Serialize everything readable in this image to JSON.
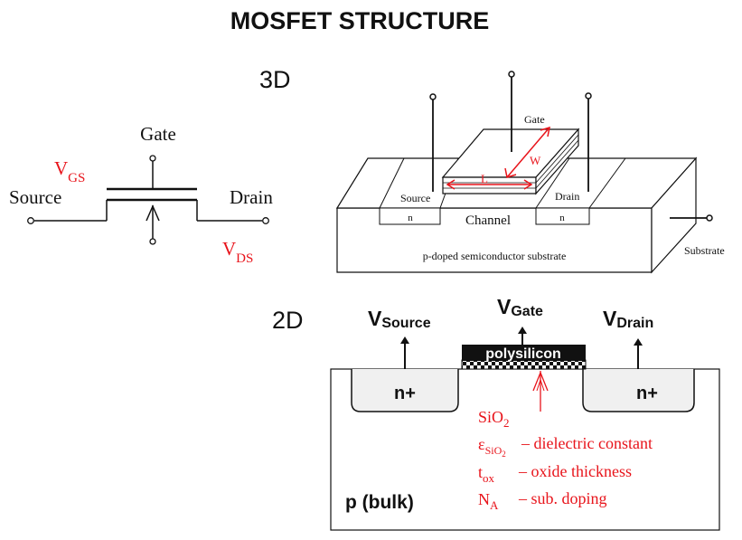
{
  "title": "MOSFET STRUCTURE",
  "colors": {
    "ink": "#111111",
    "accent": "#e8141b",
    "polysilicon": "#111111"
  },
  "symbol": {
    "gate": "Gate",
    "source": "Source",
    "drain": "Drain",
    "vgs_main": "V",
    "vgs_sub": "GS",
    "vds_main": "V",
    "vds_sub": "DS"
  },
  "view3d": {
    "label": "3D",
    "gate": "Gate",
    "source": "Source",
    "drain": "Drain",
    "n_left": "n",
    "n_right": "n",
    "channel": "Channel",
    "substrate_text": "p-doped semiconductor substrate",
    "substrate_label": "Substrate",
    "length": "L",
    "width": "W"
  },
  "view2d": {
    "label": "2D",
    "v_source_main": "V",
    "v_source_sub": "Source",
    "v_gate_main": "V",
    "v_gate_sub": "Gate",
    "v_drain_main": "V",
    "v_drain_sub": "Drain",
    "polysilicon": "polysilicon",
    "n_plus_left": "n+",
    "n_plus_right": "n+",
    "bulk": "p (bulk)",
    "legend": {
      "sio2_main": "SiO",
      "sio2_sub": "2",
      "eps_main": "ε",
      "eps_sub": "SiO",
      "eps_subsub": "2",
      "eps_desc": "– dielectric constant",
      "tox_main": "t",
      "tox_sub": "ox",
      "tox_desc": "– oxide thickness",
      "na_main": "N",
      "na_sub": "A",
      "na_desc": "– sub. doping"
    }
  }
}
